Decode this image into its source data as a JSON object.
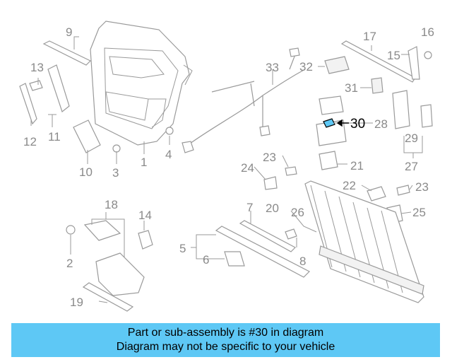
{
  "diagram": {
    "callouts": [
      "1",
      "2",
      "3",
      "4",
      "5",
      "6",
      "7",
      "8",
      "9",
      "10",
      "11",
      "12",
      "13",
      "14",
      "15",
      "16",
      "17",
      "18",
      "19",
      "20",
      "21",
      "22",
      "23",
      "23",
      "24",
      "25",
      "26",
      "27",
      "28",
      "29",
      "30",
      "31",
      "32",
      "33"
    ],
    "highlighted_callout": "30",
    "highlight_color": "#5ec8f5"
  },
  "banner": {
    "line1": "Part or sub-assembly is #30 in diagram",
    "line2": "Diagram may not be specific to your vehicle",
    "background": "#5ec8f5"
  }
}
